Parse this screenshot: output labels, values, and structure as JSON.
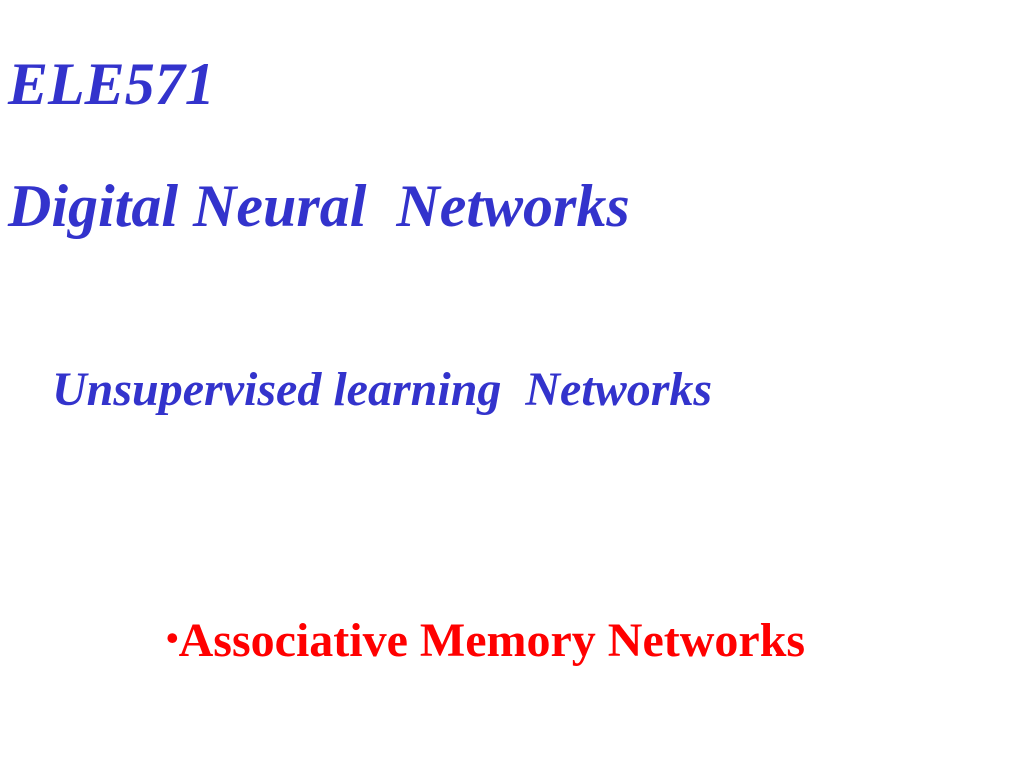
{
  "colors": {
    "title_blue": "#3333cc",
    "bullet_red": "#ff0000",
    "background": "#ffffff"
  },
  "slide": {
    "course_code": "ELE571",
    "course_title": "Digital Neural  Networks",
    "topic": "Unsupervised learning  Networks",
    "bullet": {
      "marker": "•",
      "text": "Associative Memory Networks"
    }
  }
}
